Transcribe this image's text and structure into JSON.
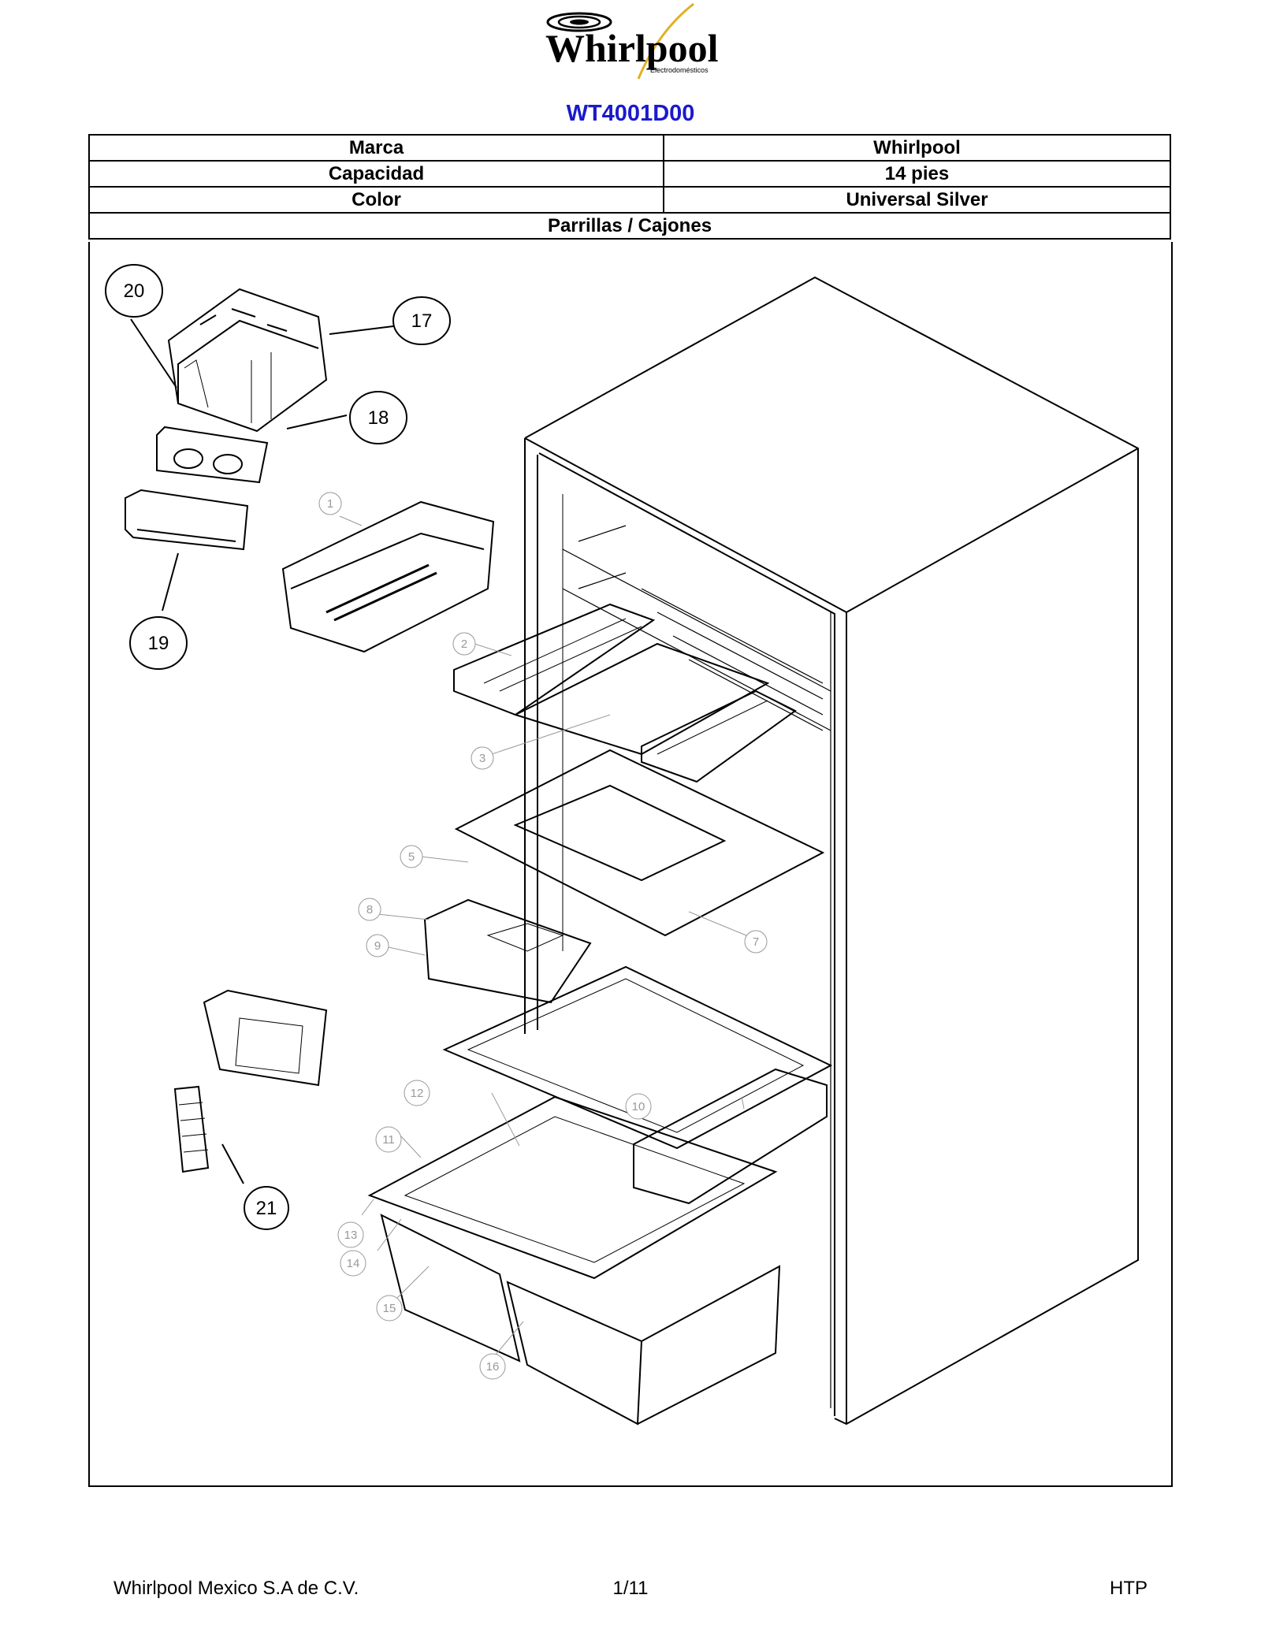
{
  "header": {
    "logo_text": "Whirlpool",
    "logo_subtext": "Electrodomésticos",
    "model": "WT4001D00"
  },
  "spec_table": {
    "rows": [
      {
        "label": "Marca",
        "value": "Whirlpool"
      },
      {
        "label": "Capacidad",
        "value": "14 pies"
      },
      {
        "label": "Color",
        "value": "Universal Silver"
      }
    ],
    "section_title": "Parrillas / Cajones"
  },
  "diagram": {
    "bold_callouts": [
      "20",
      "17",
      "18",
      "19",
      "21"
    ],
    "part_labels": [
      "1",
      "2",
      "3",
      "5",
      "7",
      "8",
      "9",
      "10",
      "11",
      "12",
      "13",
      "14",
      "15",
      "16"
    ]
  },
  "footer": {
    "company": "Whirlpool Mexico S.A de C.V.",
    "page": "1/11",
    "code": "HTP"
  }
}
